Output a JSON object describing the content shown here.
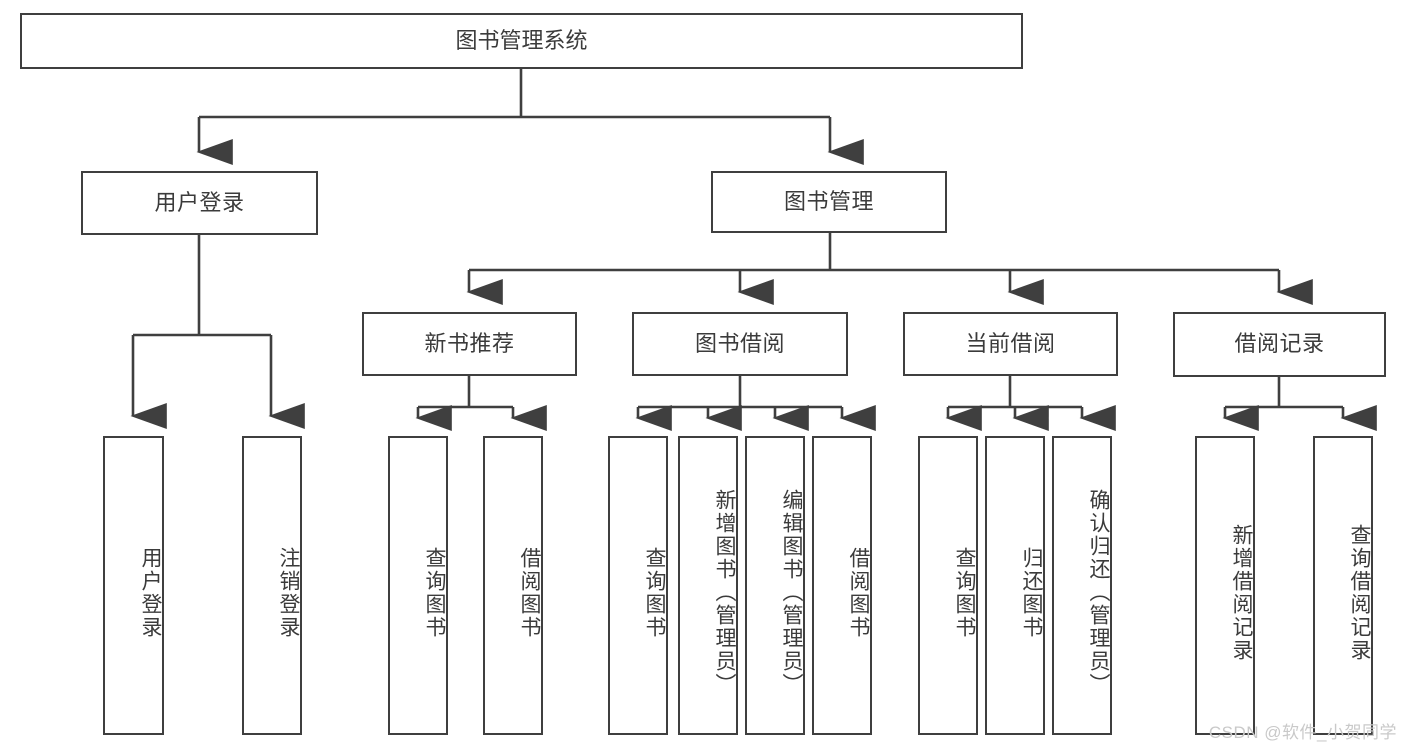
{
  "diagram": {
    "type": "tree-hierarchy-chart",
    "title": "图书管理系统",
    "colors": {
      "stroke": "#3f3f3f",
      "text": "#3b3b3b",
      "background": "#ffffff",
      "watermark": "#c9c9c9"
    },
    "levels": {
      "root": {
        "label": "图书管理系统"
      },
      "level1": [
        {
          "label": "用户登录"
        },
        {
          "label": "图书管理"
        }
      ],
      "level2": [
        {
          "label": "新书推荐"
        },
        {
          "label": "图书借阅"
        },
        {
          "label": "当前借阅"
        },
        {
          "label": "借阅记录"
        }
      ],
      "leaves": {
        "user_login": [
          {
            "label": "用户登录"
          },
          {
            "label": "注销登录"
          }
        ],
        "new_book_recommend": [
          {
            "label": "查询图书"
          },
          {
            "label": "借阅图书"
          }
        ],
        "book_borrow": [
          {
            "label": "查询图书"
          },
          {
            "label": "新增图书（管理员）"
          },
          {
            "label": "编辑图书（管理员）"
          },
          {
            "label": "借阅图书"
          }
        ],
        "current_borrow": [
          {
            "label": "查询图书"
          },
          {
            "label": "归还图书"
          },
          {
            "label": "确认归还（管理员）"
          }
        ],
        "borrow_record": [
          {
            "label": "新增借阅记录"
          },
          {
            "label": "查询借阅记录"
          }
        ]
      }
    }
  },
  "watermark": {
    "text": "CSDN @软件_小贺同学"
  }
}
